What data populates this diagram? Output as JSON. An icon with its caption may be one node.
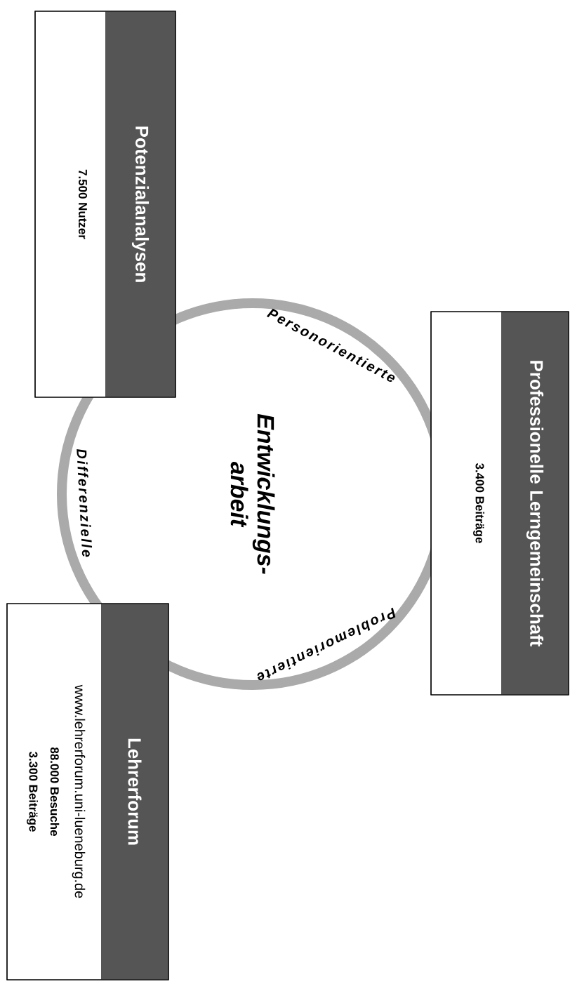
{
  "diagram": {
    "nodes": [
      {
        "text": [
          "Entwicklungs- arbeit"
        ]
      },
      {
        "text": [
          "Potenzialanalysen",
          "7.500 Nutzer"
        ]
      },
      {
        "text": [
          "Professionelle Lerngemeinschaft",
          "3.400 Beiträge"
        ]
      },
      {
        "text": [
          "Lehrerforum",
          "www.lehrerforum.uni-lueneburg.de",
          "88.000 Besuche",
          "3.300 Beiträge"
        ]
      }
    ],
    "labels": [
      "Personorientierte",
      "Problemorientierte",
      "Differenzielle"
    ]
  }
}
